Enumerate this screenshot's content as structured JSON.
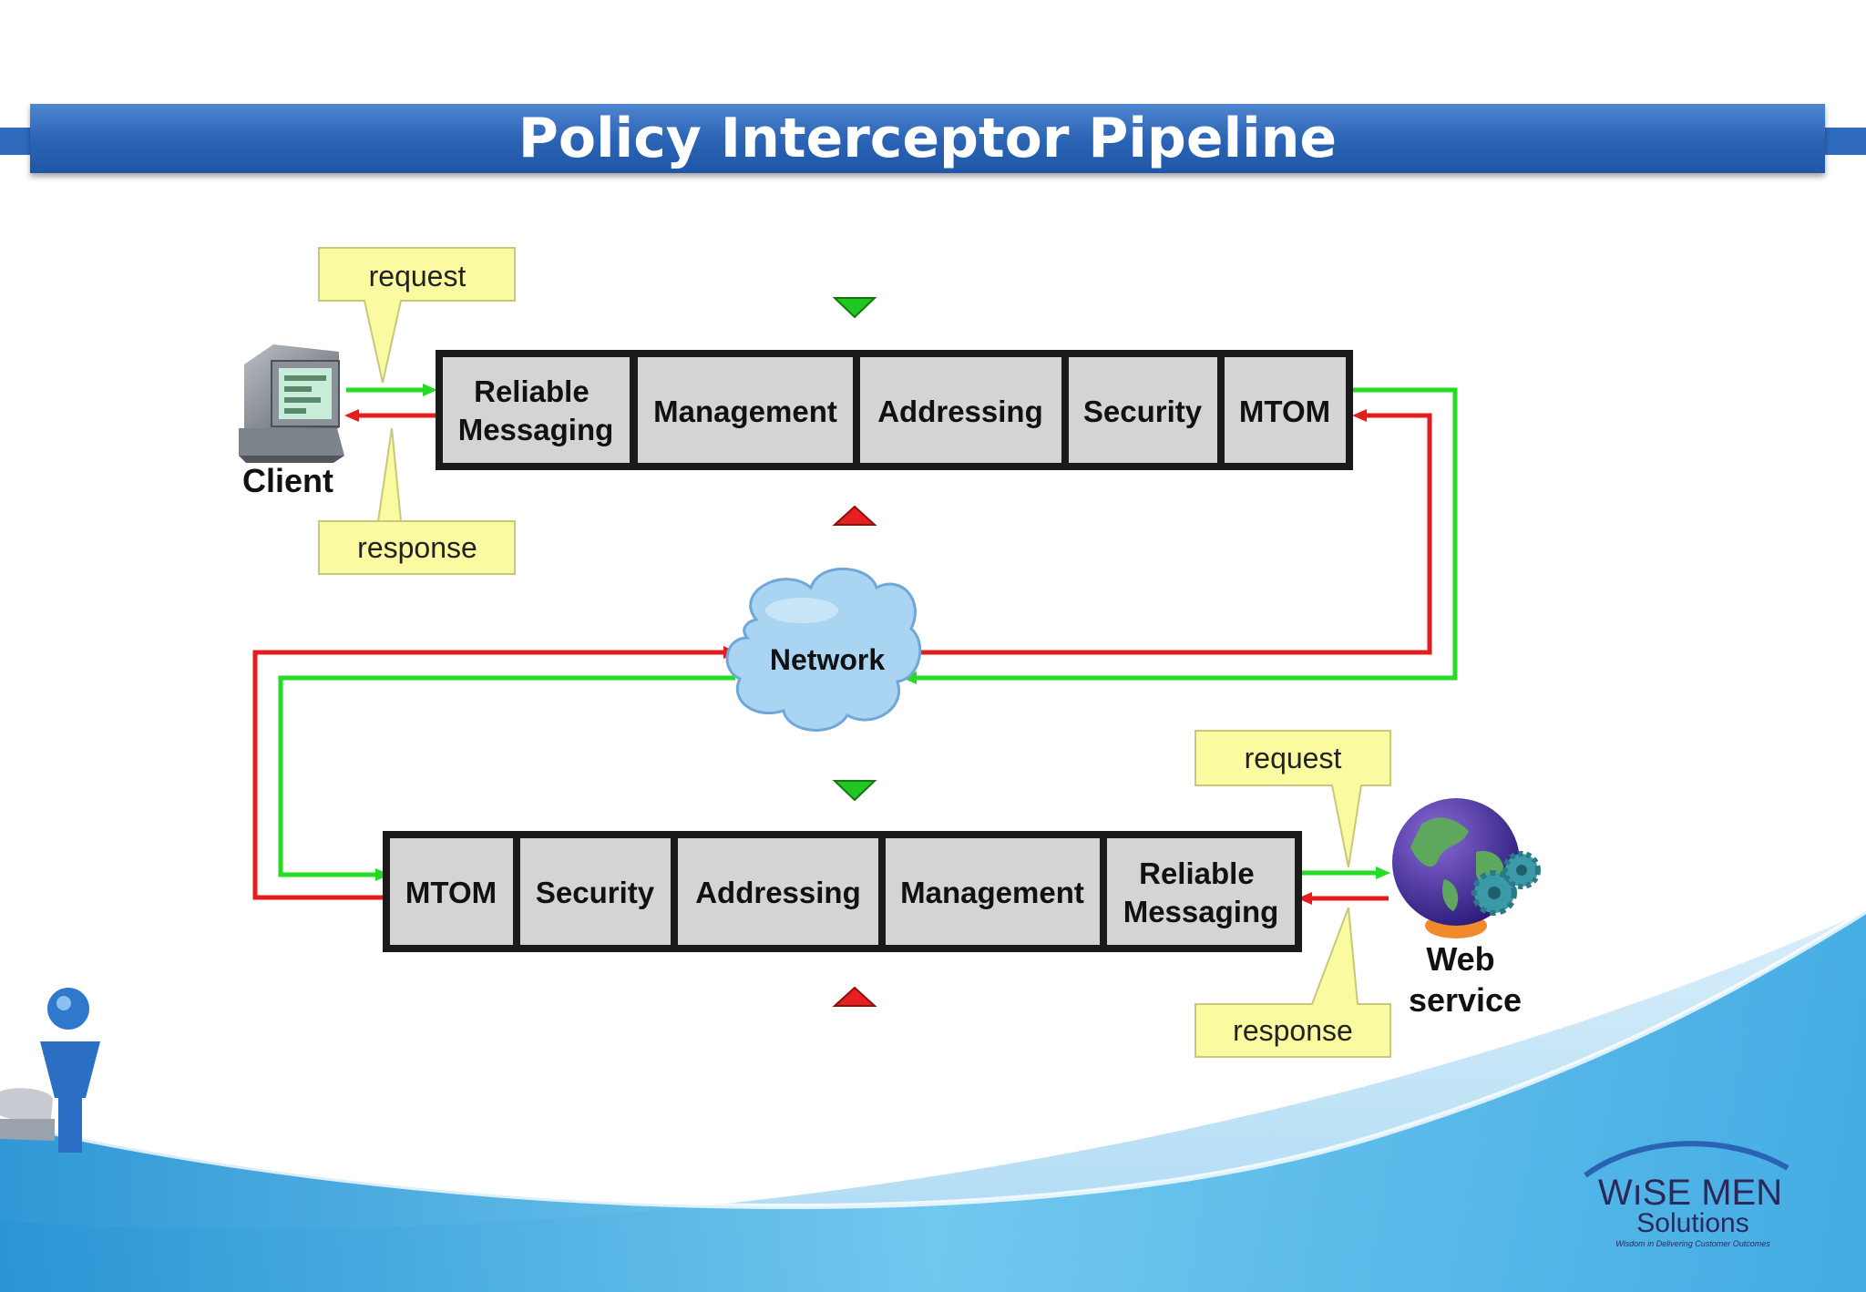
{
  "title": "Policy Interceptor Pipeline",
  "client": {
    "label": "Client"
  },
  "web_service": {
    "label_line1": "Web",
    "label_line2": "service"
  },
  "network": {
    "label": "Network"
  },
  "client_callouts": {
    "request": "request",
    "response": "response"
  },
  "service_callouts": {
    "request": "request",
    "response": "response"
  },
  "top_pipeline": {
    "stages": [
      {
        "line1": "Reliable",
        "line2": "Messaging"
      },
      {
        "line1": "Management"
      },
      {
        "line1": "Addressing"
      },
      {
        "line1": "Security"
      },
      {
        "line1": "MTOM"
      }
    ]
  },
  "bottom_pipeline": {
    "stages": [
      {
        "line1": "MTOM"
      },
      {
        "line1": "Security"
      },
      {
        "line1": "Addressing"
      },
      {
        "line1": "Management"
      },
      {
        "line1": "Reliable",
        "line2": "Messaging"
      }
    ]
  },
  "logo": {
    "name_line1": "WıSE MEN",
    "name_line2": "Solutions",
    "tagline": "Wisdom in Delivering Customer Outcomes"
  },
  "colors": {
    "title_bar": "#2a62b4",
    "request_flow": "#22dd22",
    "response_flow": "#e51c1c",
    "stage_fill": "#d4d4d4",
    "callout_fill": "#fafaa0",
    "cloud": "#a9d4f2",
    "wave": "#4fb6e8"
  }
}
